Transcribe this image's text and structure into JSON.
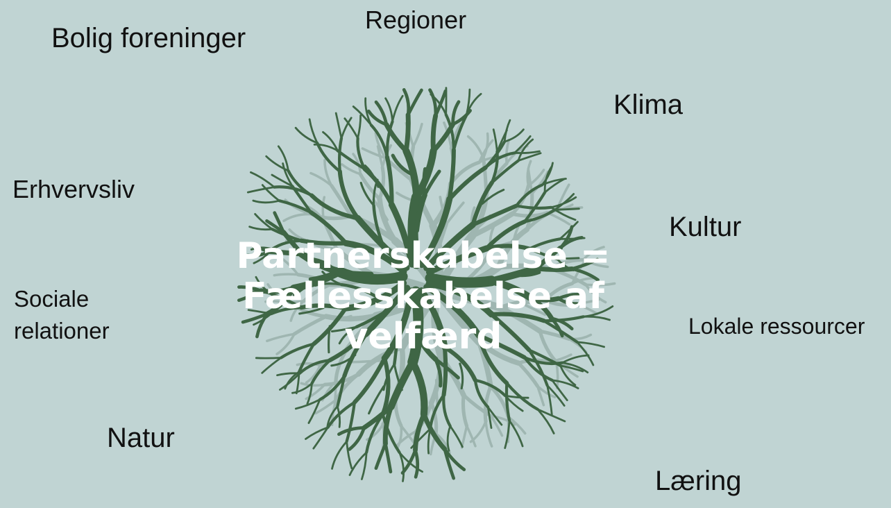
{
  "center_title": {
    "line1": "Partnerskabelse =",
    "line2": "Fællesskabelse af",
    "line3": "velfærd"
  },
  "labels": {
    "regioner": "Regioner",
    "bolig_foreninger": "Bolig foreninger",
    "klima": "Klima",
    "erhvervsliv": "Erhvervsliv",
    "kultur": "Kultur",
    "sociale_relationer_line1": "Sociale",
    "sociale_relationer_line2": "relationer",
    "lokale_ressourcer": "Lokale ressourcer",
    "natur": "Natur",
    "laering": "Læring"
  },
  "colors": {
    "background": "#c0d4d3",
    "branch": "#3f6645",
    "branch_shadow": "#9fb6b1",
    "title_text": "#ffffff",
    "label_text": "#111111"
  }
}
